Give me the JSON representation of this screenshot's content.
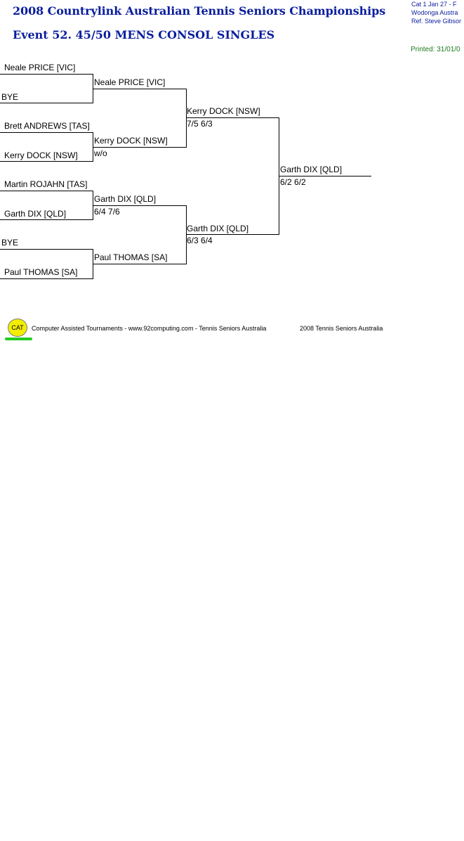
{
  "header": {
    "title": "2008 Countrylink Australian Tennis Seniors Championships",
    "event": "Event 52. 45/50 MENS CONSOL SINGLES",
    "meta_line1": "Cat 1   Jan 27 - F",
    "meta_line2": "Wodonga    Austra",
    "meta_line3": "Ref. Steve Gibsor",
    "printed": "Printed: 31/01/0"
  },
  "draw": {
    "round1": [
      "Neale PRICE [VIC]",
      "BYE",
      "Brett ANDREWS [TAS]",
      "Kerry DOCK [NSW]",
      "Martin ROJAHN [TAS]",
      "Garth DIX [QLD]",
      "BYE",
      "Paul THOMAS [SA]"
    ],
    "round2": [
      {
        "winner": "Neale PRICE [VIC]",
        "score": ""
      },
      {
        "winner": "Kerry DOCK [NSW]",
        "score": "w/o"
      },
      {
        "winner": "Garth DIX [QLD]",
        "score": "6/4 7/6"
      },
      {
        "winner": "Paul THOMAS [SA]",
        "score": ""
      }
    ],
    "round3": [
      {
        "winner": "Kerry DOCK [NSW]",
        "score": "7/5 6/3"
      },
      {
        "winner": "Garth DIX [QLD]",
        "score": "6/3 6/4"
      }
    ],
    "final": {
      "winner": "Garth DIX [QLD]",
      "score": "6/2 6/2"
    }
  },
  "footer": {
    "logo_text": "CAT",
    "credit": "Computer Assisted Tournaments - www.92computing.com -  Tennis Seniors Australia",
    "copyright": "2008 Tennis Seniors Australia"
  },
  "colors": {
    "title": "#0a1e9c",
    "printed": "#1a7a1a",
    "logo_fill": "#f2ee00",
    "logo_underline": "#22cc22"
  }
}
